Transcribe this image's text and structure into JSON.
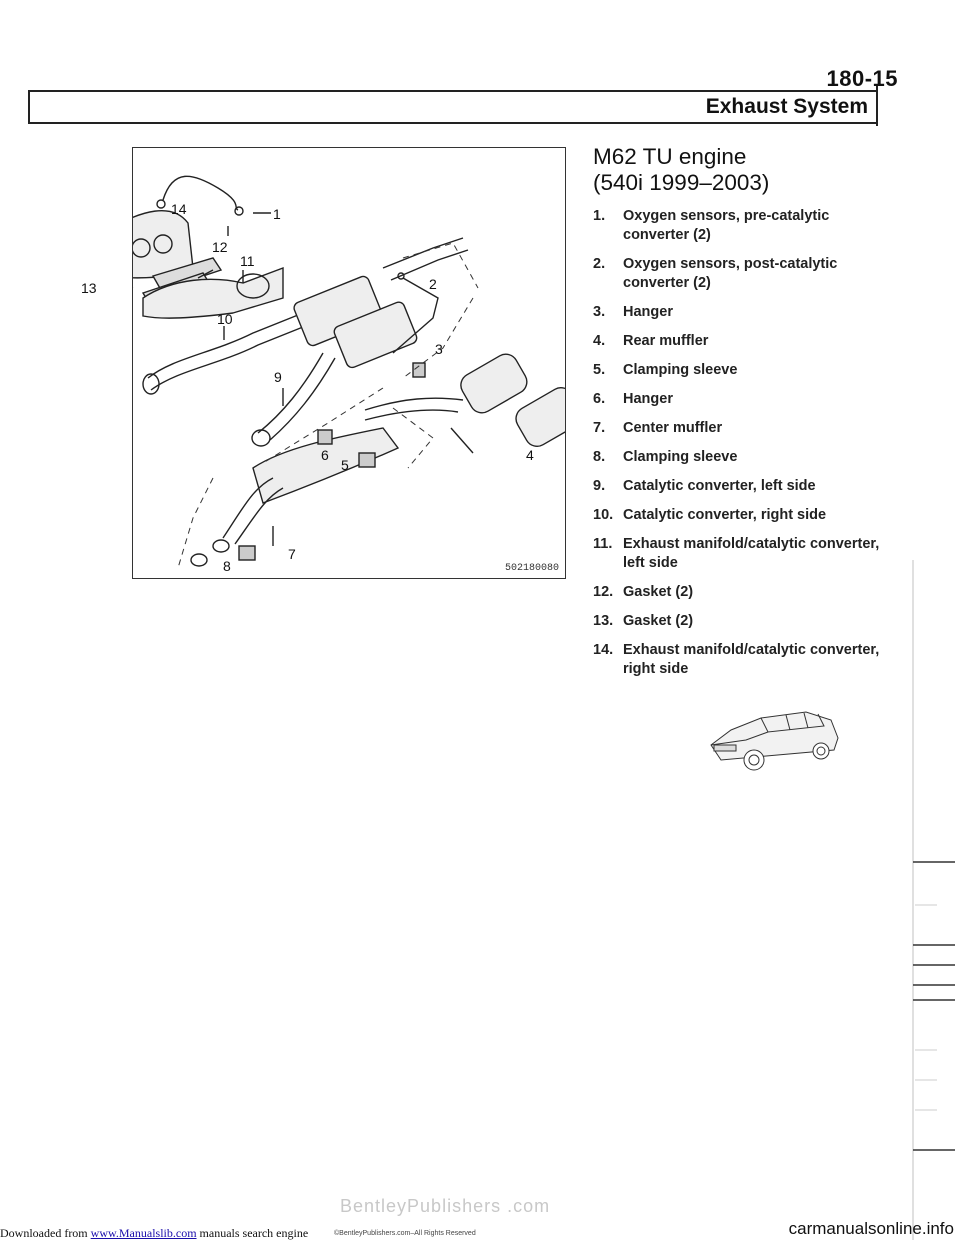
{
  "header": {
    "page_number": "180-15",
    "section_title": "Exhaust System"
  },
  "figure": {
    "code": "502180080",
    "callouts": [
      "1",
      "2",
      "3",
      "4",
      "5",
      "6",
      "7",
      "8",
      "9",
      "10",
      "11",
      "12",
      "13",
      "14"
    ]
  },
  "content": {
    "engine_heading_line1": "M62 TU engine",
    "engine_heading_line2": "(540i 1999–2003)",
    "parts": [
      {
        "num": "1.",
        "desc": "Oxygen sensors, pre-catalytic converter (2)"
      },
      {
        "num": "2.",
        "desc": "Oxygen sensors, post-catalytic converter (2)"
      },
      {
        "num": "3.",
        "desc": "Hanger"
      },
      {
        "num": "4.",
        "desc": "Rear muffler"
      },
      {
        "num": "5.",
        "desc": "Clamping sleeve"
      },
      {
        "num": "6.",
        "desc": "Hanger"
      },
      {
        "num": "7.",
        "desc": "Center muffler"
      },
      {
        "num": "8.",
        "desc": "Clamping sleeve"
      },
      {
        "num": "9.",
        "desc": "Catalytic converter, left side"
      },
      {
        "num": "10.",
        "desc": "Catalytic converter, right side"
      },
      {
        "num": "11.",
        "desc": "Exhaust manifold/catalytic converter, left side"
      },
      {
        "num": "12.",
        "desc": "Gasket (2)"
      },
      {
        "num": "13.",
        "desc": "Gasket (2)"
      },
      {
        "num": "14.",
        "desc": "Exhaust manifold/catalytic converter, right side"
      }
    ]
  },
  "footer": {
    "prefix": "Downloaded from ",
    "link_text": "www.Manualslib.com",
    "suffix": " manuals search engine",
    "copyright": "©BentleyPublishers.com–All Rights Reserved",
    "watermark": "BentleyPublishers .com",
    "right_watermark": "carmanualsonline.info"
  }
}
